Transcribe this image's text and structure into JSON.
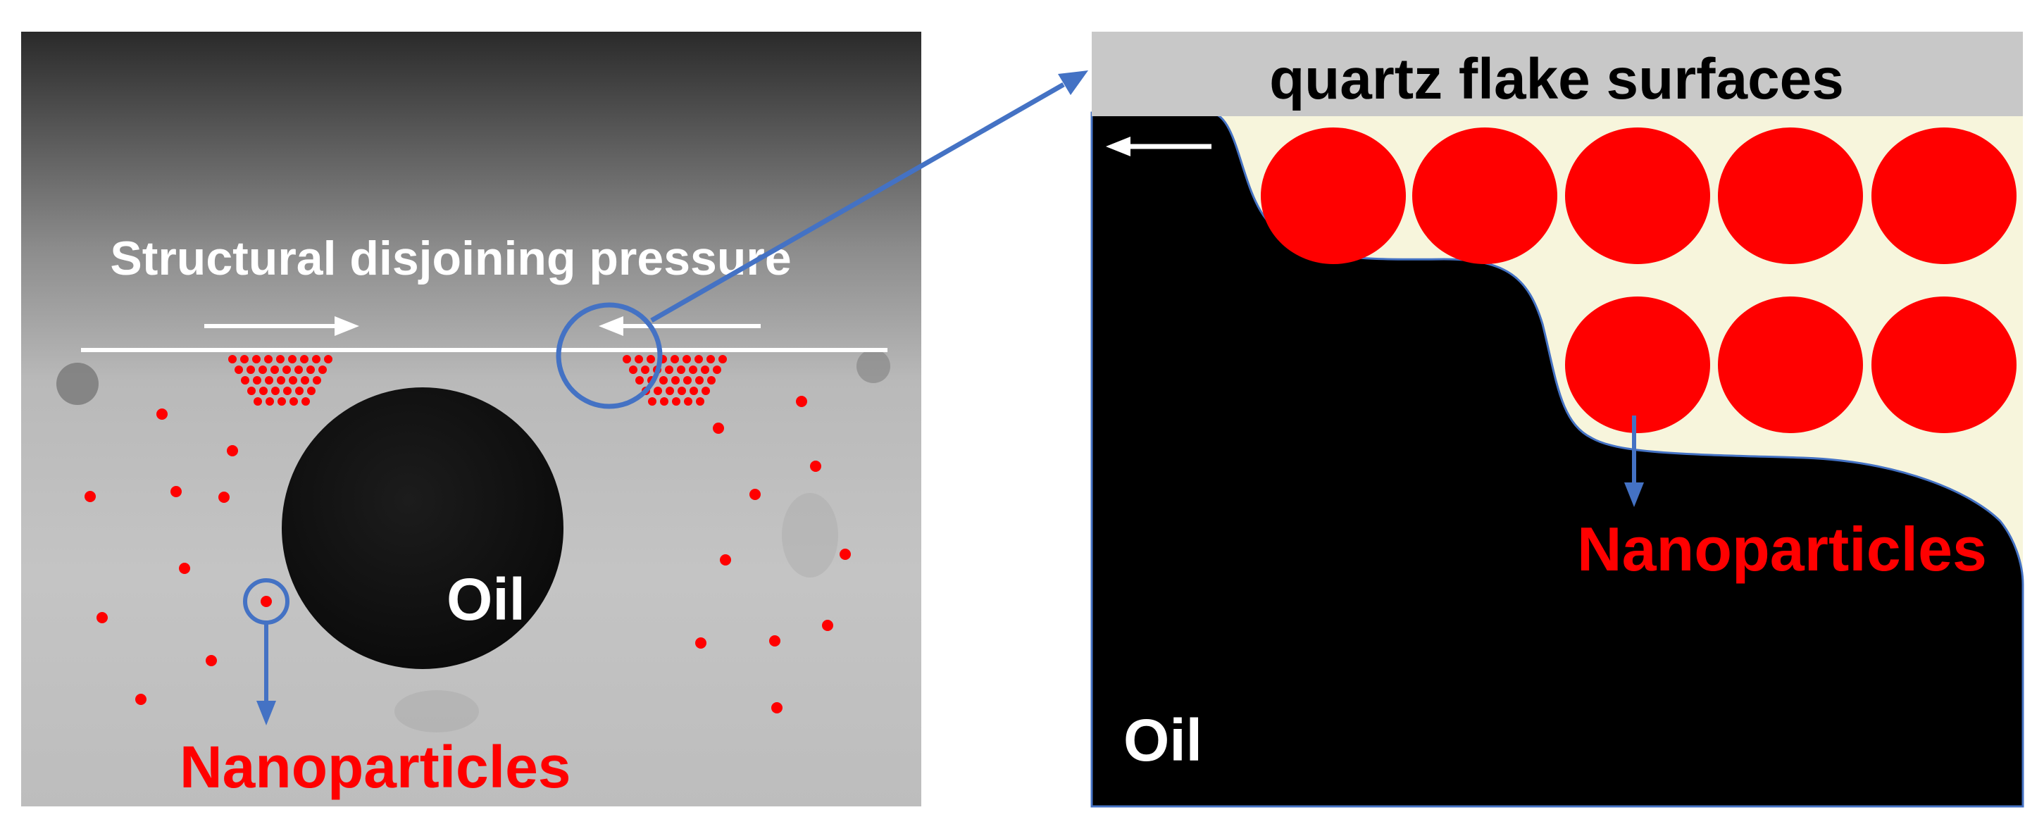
{
  "left_panel": {
    "pressure_label": "Structural disjoining pressure",
    "oil_label": "Oil",
    "nanoparticles_label": "Nanoparticles"
  },
  "right_panel": {
    "surface_label": "quartz flake surfaces",
    "oil_label": "Oil",
    "nanoparticles_label": "Nanoparticles"
  },
  "colors": {
    "nanoparticle": "#ff0000",
    "callout": "#4472c4",
    "quartz": "#c8c8c8",
    "film": "#f7f5dc",
    "oil": "#000000",
    "label_white": "#ffffff"
  },
  "icons": [
    "arrow-right-icon",
    "arrow-left-icon",
    "arrow-down-icon",
    "magnifier-circle-icon"
  ]
}
